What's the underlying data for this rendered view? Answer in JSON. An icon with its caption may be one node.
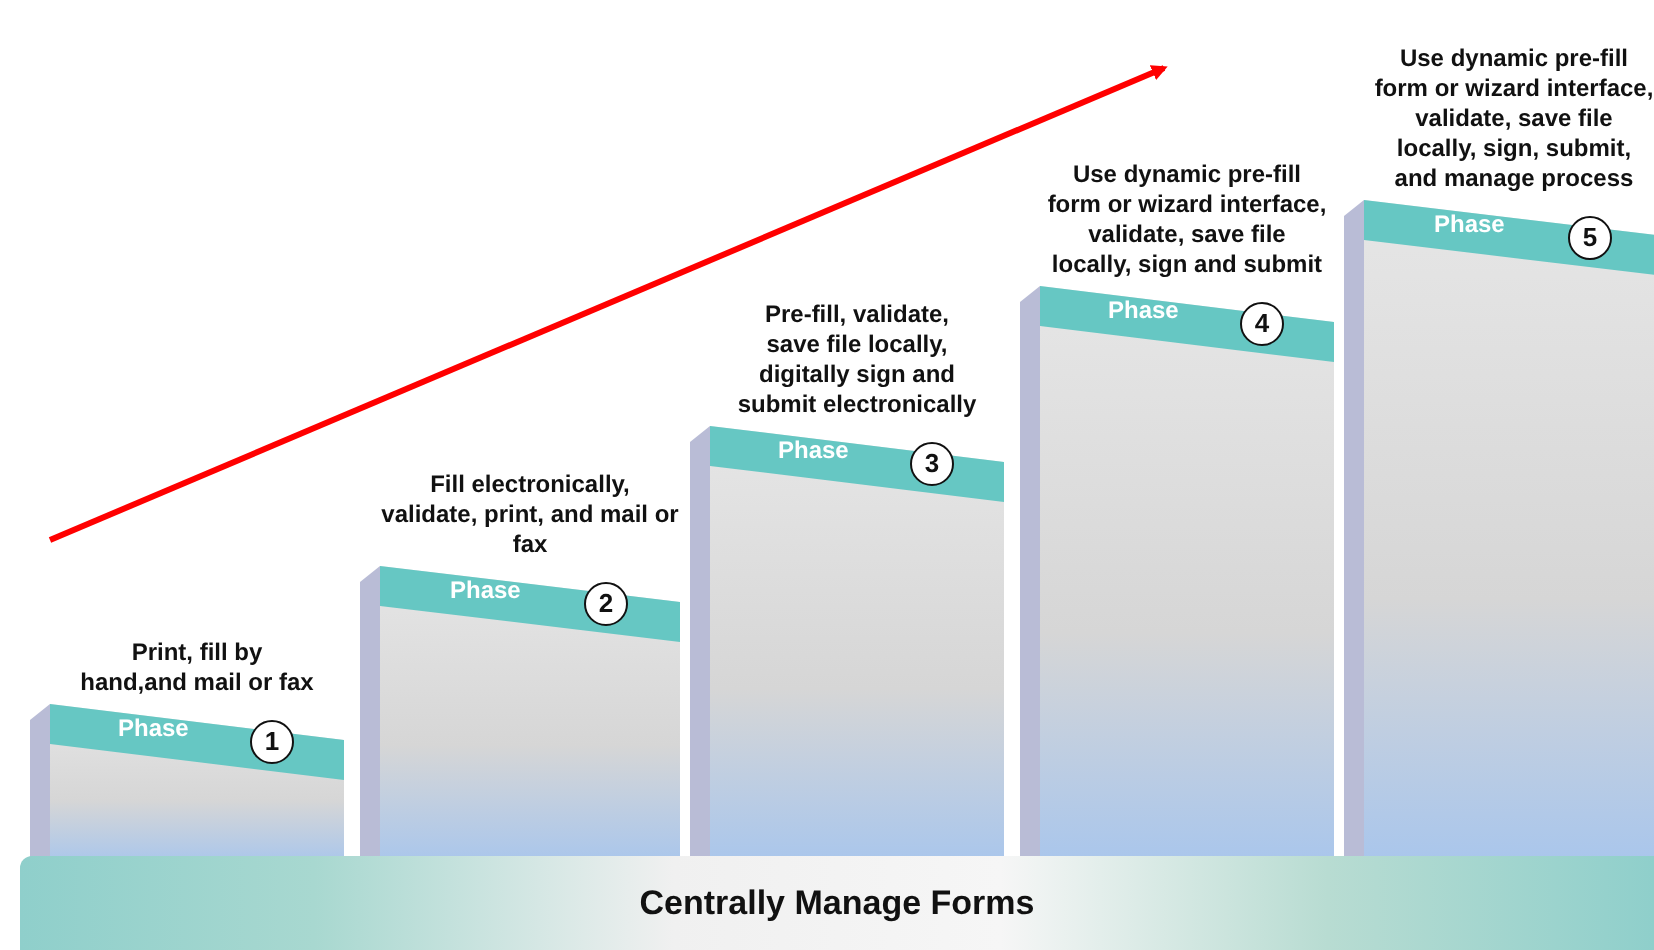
{
  "diagram": {
    "nodes": [
      {
        "text": [
          "Phase",
          "1"
        ],
        "beside": [
          "Print, fill by hand,and mail or fax"
        ]
      },
      {
        "text": [
          "Phase",
          "2"
        ],
        "beside": [
          "Fill electronically, validate, print, and mail or fax"
        ]
      },
      {
        "text": [
          "Phase",
          "3"
        ],
        "beside": [
          "Pre-fill, validate, save file locally, digitally sign and submit electronically"
        ]
      },
      {
        "text": [
          "Phase",
          "4"
        ],
        "beside": [
          "Use dynamic pre-fill form or wizard interface, validate, save file locally, sign and submit"
        ]
      },
      {
        "text": [
          "Phase",
          "5"
        ],
        "beside": [
          "Use dynamic pre-fill form or wizard interface, validate, save file locally, sign, submit, and manage process"
        ]
      },
      {
        "text": [
          "Centrally Manage Forms"
        ]
      }
    ],
    "edges": []
  }
}
